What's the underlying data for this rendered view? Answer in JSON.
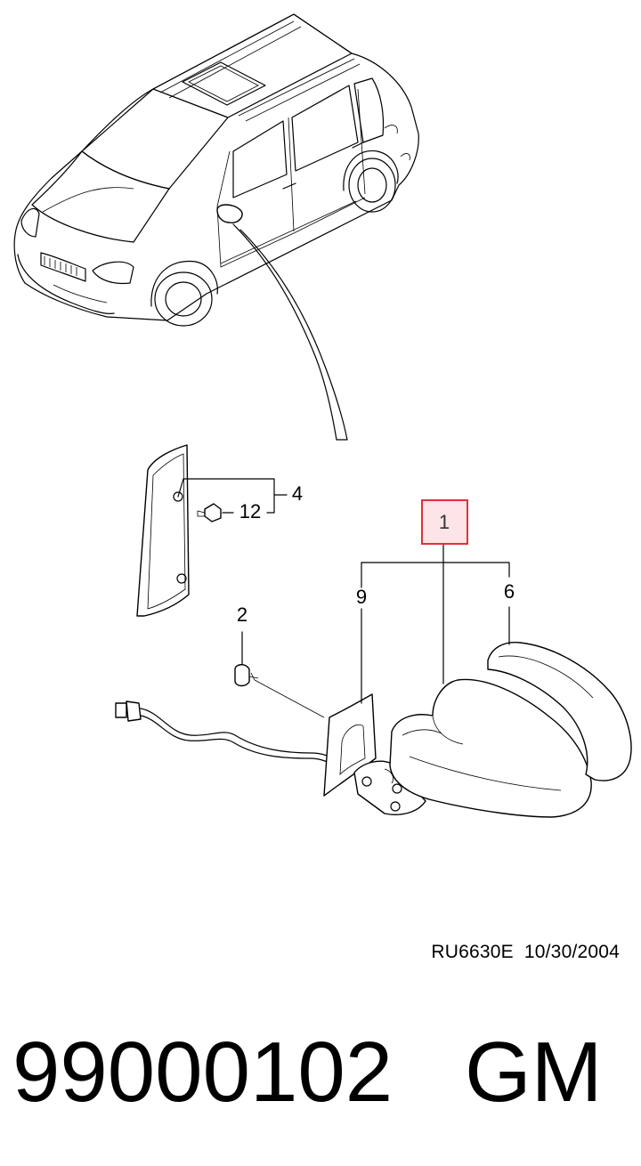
{
  "drawing": {
    "code": "RU6630E",
    "date": "10/30/2004"
  },
  "callouts": [
    {
      "id": "1",
      "label": "1",
      "highlighted": true
    },
    {
      "id": "2",
      "label": "2"
    },
    {
      "id": "4",
      "label": "4"
    },
    {
      "id": "6",
      "label": "6"
    },
    {
      "id": "9",
      "label": "9"
    },
    {
      "id": "12",
      "label": "12"
    }
  ],
  "footer": {
    "part_number": "99000102",
    "brand": "GM"
  },
  "colors": {
    "highlight_border": "#e0303a",
    "highlight_fill": "#fde4e6"
  }
}
